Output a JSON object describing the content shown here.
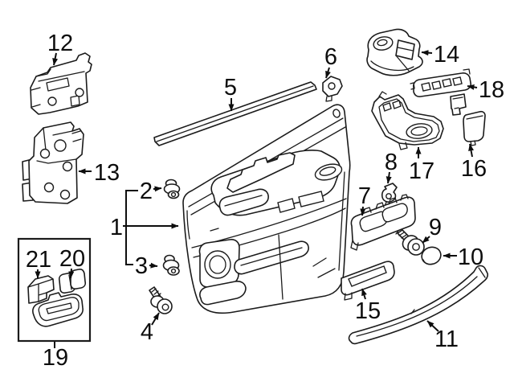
{
  "diagram": {
    "background_color": "#ffffff",
    "line_color": "#1b1b1b",
    "label_color": "#0d0d0d",
    "callout_labels": [
      "1",
      "2",
      "3",
      "4",
      "5",
      "6",
      "7",
      "8",
      "9",
      "10",
      "11",
      "12",
      "13",
      "14",
      "15",
      "16",
      "17",
      "18",
      "19",
      "20",
      "21"
    ]
  }
}
